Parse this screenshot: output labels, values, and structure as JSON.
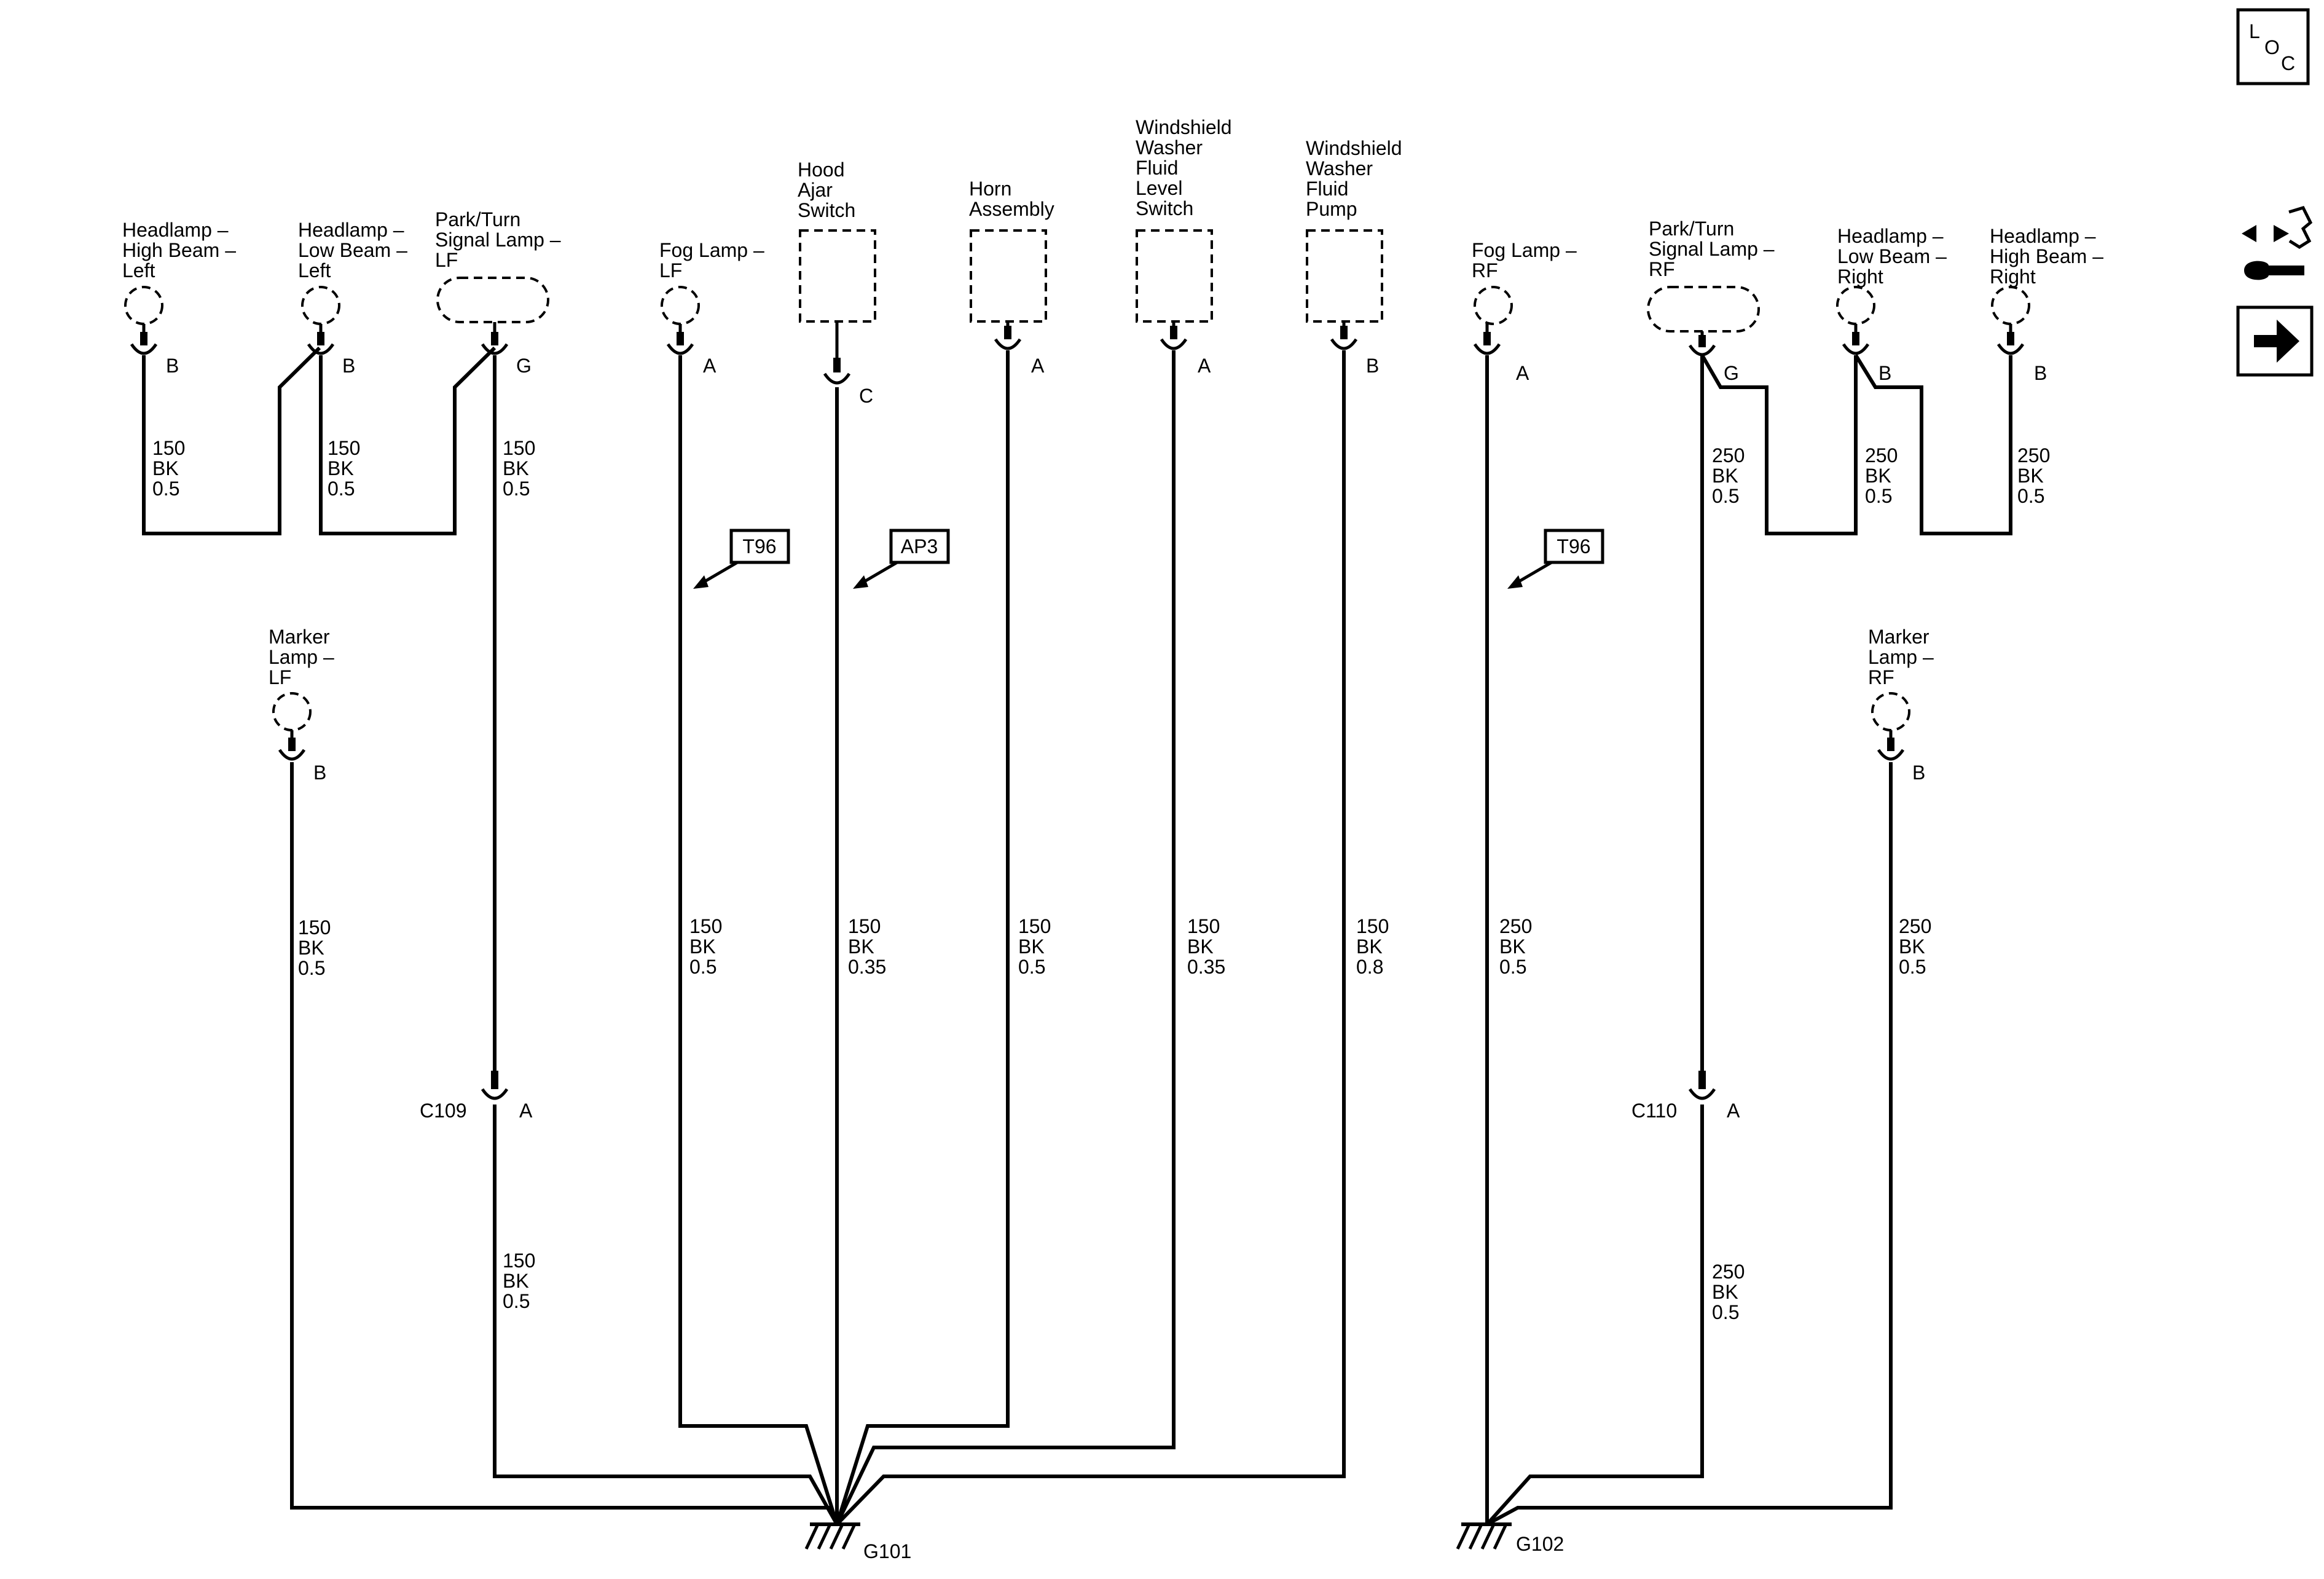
{
  "components": {
    "hl_high_left": [
      "Headlamp –",
      "High Beam –",
      "Left"
    ],
    "hl_low_left": [
      "Headlamp –",
      "Low Beam –",
      "Left"
    ],
    "park_turn_lf": [
      "Park/Turn",
      "Signal Lamp –",
      "LF"
    ],
    "fog_lf": [
      "Fog Lamp –",
      "LF"
    ],
    "hood_ajar": [
      "Hood",
      "Ajar",
      "Switch"
    ],
    "horn": [
      "Horn",
      "Assembly"
    ],
    "washer_level": [
      "Windshield",
      "Washer",
      "Fluid",
      "Level",
      "Switch"
    ],
    "washer_pump": [
      "Windshield",
      "Washer",
      "Fluid",
      "Pump"
    ],
    "fog_rf": [
      "Fog Lamp –",
      "RF"
    ],
    "park_turn_rf": [
      "Park/Turn",
      "Signal Lamp –",
      "RF"
    ],
    "hl_low_right": [
      "Headlamp –",
      "Low Beam –",
      "Right"
    ],
    "hl_high_right": [
      "Headlamp –",
      "High Beam –",
      "Right"
    ],
    "marker_lf": [
      "Marker",
      "Lamp –",
      "LF"
    ],
    "marker_rf": [
      "Marker",
      "Lamp –",
      "RF"
    ]
  },
  "pins": {
    "hl_high_left": "B",
    "hl_low_left": "B",
    "park_turn_lf": "G",
    "fog_lf": "A",
    "hood_ajar": "C",
    "horn": "A",
    "washer_level": "A",
    "washer_pump": "B",
    "fog_rf": "A",
    "park_turn_rf": "G",
    "hl_low_right": "B",
    "hl_high_right": "B",
    "marker_lf": "B",
    "marker_rf": "B",
    "c109": "A",
    "c110": "A"
  },
  "wires": {
    "w_hl_high_left": [
      "150",
      "BK",
      "0.5"
    ],
    "w_hl_low_left": [
      "150",
      "BK",
      "0.5"
    ],
    "w_park_lf": [
      "150",
      "BK",
      "0.5"
    ],
    "w_marker_lf": [
      "150",
      "BK",
      "0.5"
    ],
    "w_fog_lf": [
      "150",
      "BK",
      "0.5"
    ],
    "w_hood": [
      "150",
      "BK",
      "0.35"
    ],
    "w_horn": [
      "150",
      "BK",
      "0.5"
    ],
    "w_washer_level": [
      "150",
      "BK",
      "0.35"
    ],
    "w_washer_pump": [
      "150",
      "BK",
      "0.8"
    ],
    "w_c109": [
      "150",
      "BK",
      "0.5"
    ],
    "w_fog_rf": [
      "250",
      "BK",
      "0.5"
    ],
    "w_park_rf": [
      "250",
      "BK",
      "0.5"
    ],
    "w_hl_low_right": [
      "250",
      "BK",
      "0.5"
    ],
    "w_hl_high_right": [
      "250",
      "BK",
      "0.5"
    ],
    "w_marker_rf": [
      "250",
      "BK",
      "0.5"
    ],
    "w_c110": [
      "250",
      "BK",
      "0.5"
    ]
  },
  "connectors": {
    "c109": "C109",
    "c110": "C110"
  },
  "grounds": {
    "g101": "G101",
    "g102": "G102"
  },
  "refs": {
    "t96_left": "T96",
    "ap3": "AP3",
    "t96_right": "T96"
  },
  "icons": {
    "loc": [
      "L",
      "O",
      "C"
    ],
    "tool": "connector-tool-icon",
    "next": "next-arrow-icon"
  }
}
